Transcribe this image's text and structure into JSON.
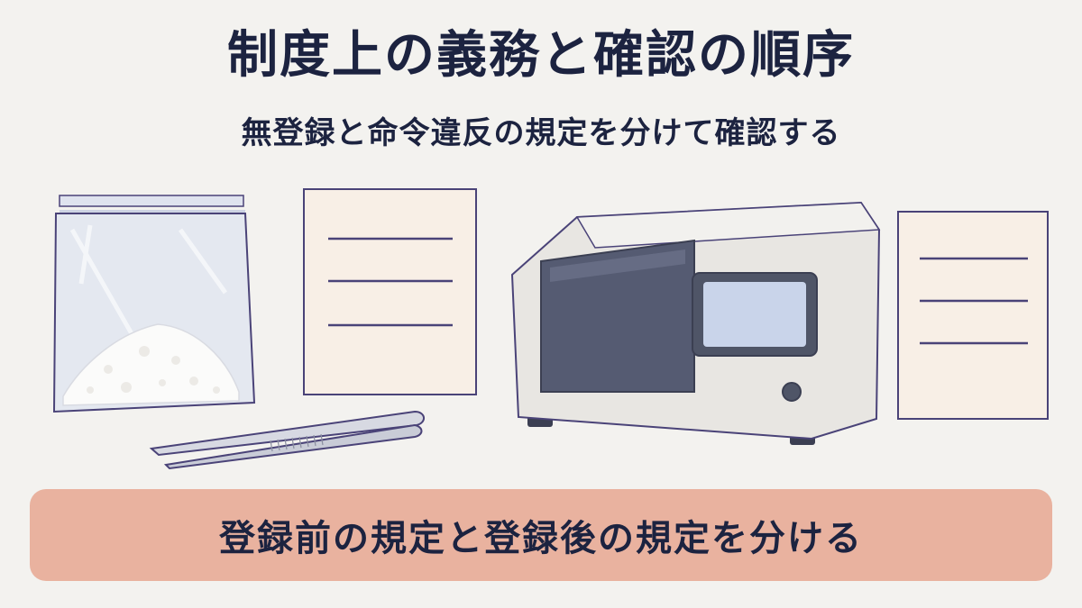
{
  "slide": {
    "title": "制度上の義務と確認の順序",
    "subtitle": "無登録と命令違反の規定を分けて確認する",
    "banner": "登録前の規定と登録後の規定を分ける"
  },
  "illustration": {
    "items": [
      "powder-bag-icon",
      "tweezers-icon",
      "document-icon",
      "analyzer-instrument-icon",
      "document-icon"
    ]
  },
  "colors": {
    "background": "#f3f2ef",
    "text": "#1c2340",
    "banner": "#e9b29f",
    "paper": "#f8efe6",
    "outline": "#4a4378"
  }
}
